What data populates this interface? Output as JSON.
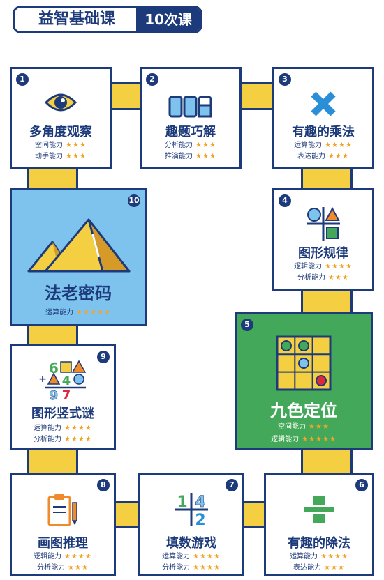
{
  "header": {
    "title": "益智基础课",
    "count": "10次课"
  },
  "cards": [
    {
      "num": "1",
      "title": "多角度观察",
      "icon": "eye-icon",
      "skills": [
        {
          "label": "空间能力",
          "stars": "★★★"
        },
        {
          "label": "动手能力",
          "stars": "★★★"
        }
      ]
    },
    {
      "num": "2",
      "title": "趣题巧解",
      "icon": "cups-icon",
      "skills": [
        {
          "label": "分析能力",
          "stars": "★★★"
        },
        {
          "label": "推演能力",
          "stars": "★★★"
        }
      ]
    },
    {
      "num": "3",
      "title": "有趣的乘法",
      "icon": "multiply-icon",
      "skills": [
        {
          "label": "运算能力",
          "stars": "★★★★"
        },
        {
          "label": "表达能力",
          "stars": "★★★"
        }
      ]
    },
    {
      "num": "4",
      "title": "图形规律",
      "icon": "shapes-grid-icon",
      "skills": [
        {
          "label": "逻辑能力",
          "stars": "★★★★"
        },
        {
          "label": "分析能力",
          "stars": "★★★"
        }
      ]
    },
    {
      "num": "5",
      "title": "九色定位",
      "icon": "nine-grid-icon",
      "skills": [
        {
          "label": "空间能力",
          "stars": "★★★"
        },
        {
          "label": "逻辑能力",
          "stars": "★★★★★"
        }
      ]
    },
    {
      "num": "6",
      "title": "有趣的除法",
      "icon": "divide-icon",
      "skills": [
        {
          "label": "运算能力",
          "stars": "★★★★"
        },
        {
          "label": "表达能力",
          "stars": "★★★"
        }
      ]
    },
    {
      "num": "7",
      "title": "填数游戏",
      "icon": "number-fill-icon",
      "skills": [
        {
          "label": "运算能力",
          "stars": "★★★★"
        },
        {
          "label": "分析能力",
          "stars": "★★★★"
        }
      ]
    },
    {
      "num": "8",
      "title": "画图推理",
      "icon": "clipboard-icon",
      "skills": [
        {
          "label": "逻辑能力",
          "stars": "★★★★"
        },
        {
          "label": "分析能力",
          "stars": "★★★"
        }
      ]
    },
    {
      "num": "9",
      "title": "图形竖式谜",
      "icon": "vertical-puzzle-icon",
      "skills": [
        {
          "label": "运算能力",
          "stars": "★★★★"
        },
        {
          "label": "分析能力",
          "stars": "★★★★"
        }
      ]
    },
    {
      "num": "10",
      "title": "法老密码",
      "icon": "pyramid-icon",
      "skills": [
        {
          "label": "运算能力",
          "stars": "★★★★★"
        }
      ]
    }
  ],
  "icon_texts": {
    "vp_top1": "6",
    "vp_top3": "4",
    "vp_bot1": "9",
    "vp_bot2": "7",
    "nf_a": "1",
    "nf_b": "4",
    "nf_c": "2"
  },
  "colors": {
    "navy": "#1d3a7a",
    "yellow": "#f5cf42",
    "star": "#f0a52a",
    "blue_card": "#7ec3ee",
    "green_card": "#43a85a"
  }
}
